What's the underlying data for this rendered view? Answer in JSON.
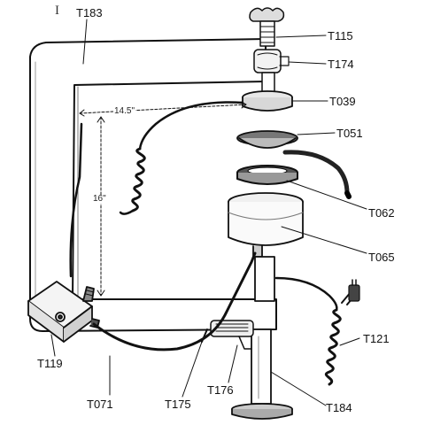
{
  "labels": {
    "t183": "T183",
    "t115": "T115",
    "t174": "T174",
    "t039": "T039",
    "t051": "T051",
    "t062": "T062",
    "t065": "T065",
    "t121": "T121",
    "t119": "T119",
    "t071": "T071",
    "t175": "T175",
    "t176": "T176",
    "t184": "T184"
  },
  "dimensions": {
    "width": "14.5\"",
    "height": "16\""
  },
  "cursor_glyph": "I",
  "colors": {
    "ink": "#111111",
    "paper": "#ffffff"
  }
}
